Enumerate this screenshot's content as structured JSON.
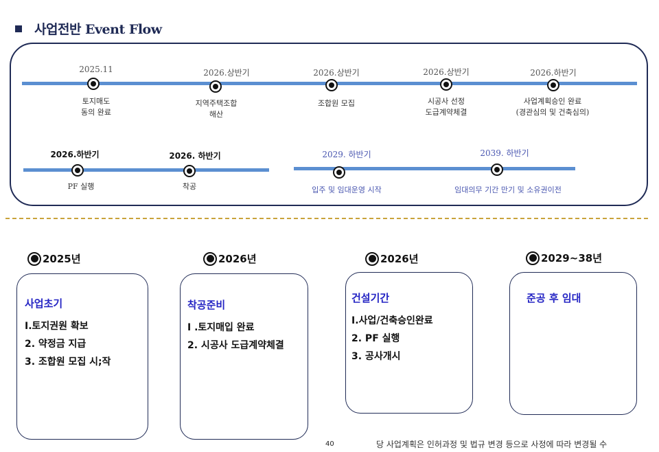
{
  "header": {
    "title": "사업전반 Event Flow"
  },
  "flow_top": [
    {
      "date": "2025.11",
      "label": [
        "토지매도",
        "동의 완료"
      ]
    },
    {
      "date": "2026.상반기",
      "label": [
        "지역주택조합",
        "해산"
      ]
    },
    {
      "date": "2026.상반기",
      "label": [
        "조합원 모집"
      ]
    },
    {
      "date": "2026.상반기",
      "label": [
        "시공사 선정",
        "도급계약체결"
      ]
    },
    {
      "date": "2026.하반기",
      "label": [
        "사업계획승인 완료",
        "(경관심의 및 건축심의)"
      ]
    }
  ],
  "flow_left": [
    {
      "date": "2026.하반기",
      "label": "PF 실행"
    },
    {
      "date": "2026. 하반기",
      "label": "착공"
    }
  ],
  "flow_right": [
    {
      "date": "2029. 하반기",
      "label": "입주 및 임대운영 시작"
    },
    {
      "date": "2039. 하반기",
      "label": "임대의무 기간 만기 및 소유권이전"
    }
  ],
  "stages": [
    {
      "year": "2025년",
      "title": "사업초기",
      "items": [
        "I.토지권원 확보",
        "2. 약정금 지급",
        "3. 조합원 모집 시;작"
      ]
    },
    {
      "year": "2026년",
      "title": "착공준비",
      "items": [
        "I .토지매입 완료",
        "2. 시공사 도급계약체결"
      ]
    },
    {
      "year": "2026년",
      "title": "건설기간",
      "items": [
        "I.사업/건축승인완료",
        "2. PF 실행",
        "3. 공사개시"
      ]
    },
    {
      "year": "2029~38년",
      "title": "준공 후 임대",
      "items": []
    }
  ],
  "footer": {
    "page": "40",
    "note": "당 사업계획은 인허과정 및 법규 변경 등으로 사정에 따라 변경될 수"
  },
  "colors": {
    "line": "#5b8fd1",
    "border": "#1f2a55",
    "accent_blue": "#2525c4",
    "dash": "#c9a33b"
  }
}
